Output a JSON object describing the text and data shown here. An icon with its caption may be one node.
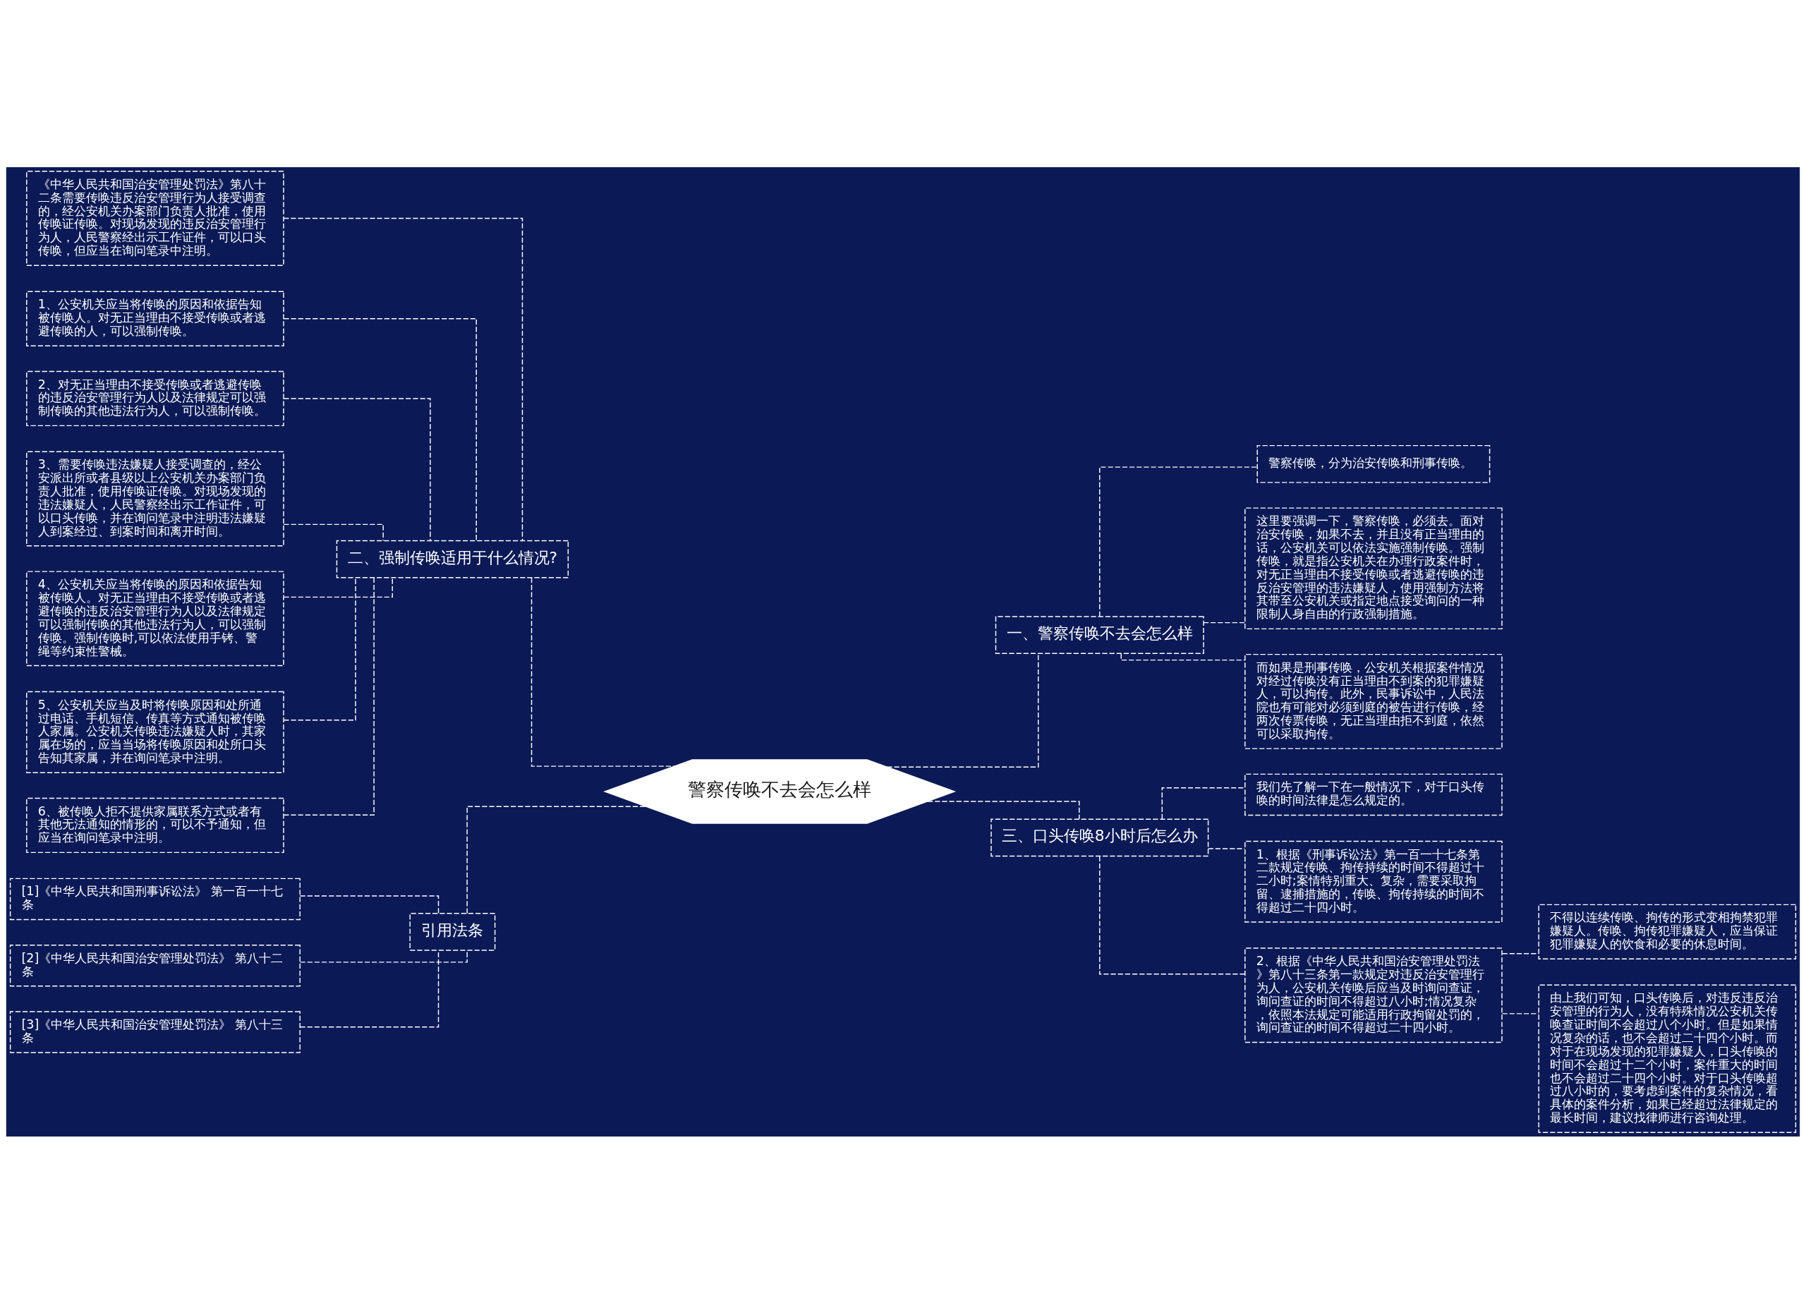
{
  "diagram": {
    "nodes": [
      {
        "text": [
          "警察传唤不去会怎么样"
        ]
      },
      {
        "text": [
          "一、警察传唤不去会怎么样"
        ]
      },
      {
        "text": [
          "警察传唤，分为治安传唤和刑事传唤。"
        ]
      },
      {
        "text": [
          "这里要强调一下，警察传唤，必须去。面对治安传唤，如果不去，并且没有正当理由的话，公安机关可以依法实施强制传唤。强制传唤，就是指公安机关在办理行政案件时，对无正当理由不接受传唤或者逃避传唤的违反治安管理的违法嫌疑人，使用强制方法将其带至公安机关或指定地点接受询问的一种限制人身自由的行政强制措施。"
        ]
      },
      {
        "text": [
          "而如果是刑事传唤，公安机关根据案件情况对经过传唤没有正当理由不到案的犯罪嫌疑人，可以拘传。此外，民事诉讼中，人民法院也有可能对必须到庭的被告进行传唤，经两次传票传唤，无正当理由拒不到庭，依然可以采取拘传。"
        ]
      },
      {
        "text": [
          "二、强制传唤适用于什么情况?"
        ]
      },
      {
        "text": [
          "《中华人民共和国治安管理处罚法》第八十二条需要传唤违反治安管理行为人接受调查的，经公安机关办案部门负责人批准，使用传唤证传唤。对现场发现的违反治安管理行为人，人民警察经出示工作证件，可以口头传唤，但应当在询问笔录中注明。"
        ]
      },
      {
        "text": [
          "1、公安机关应当将传唤的原因和依据告知被传唤人。对无正当理由不接受传唤或者逃避传唤的人，可以强制传唤。"
        ]
      },
      {
        "text": [
          "2、对无正当理由不接受传唤或者逃避传唤的违反治安管理行为人以及法律规定可以强制传唤的其他违法行为人，可以强制传唤。"
        ]
      },
      {
        "text": [
          "3、需要传唤违法嫌疑人接受调查的，经公安派出所或者县级以上公安机关办案部门负责人批准，使用传唤证传唤。对现场发现的违法嫌疑人，人民警察经出示工作证件，可以口头传唤，并在询问笔录中注明违法嫌疑人到案经过、到案时间和离开时间。"
        ]
      },
      {
        "text": [
          "4、公安机关应当将传唤的原因和依据告知被传唤人。对无正当理由不接受传唤或者逃避传唤的违反治安管理行为人以及法律规定可以强制传唤的其他违法行为人，可以强制传唤。强制传唤时,可以依法使用手铐、警绳等约束性警械。"
        ]
      },
      {
        "text": [
          "5、公安机关应当及时将传唤原因和处所通过电话、手机短信、传真等方式通知被传唤人家属。公安机关传唤违法嫌疑人时，其家属在场的，应当当场将传唤原因和处所口头告知其家属，并在询问笔录中注明。"
        ]
      },
      {
        "text": [
          "6、被传唤人拒不提供家属联系方式或者有其他无法通知的情形的，可以不予通知，但应当在询问笔录中注明。"
        ]
      },
      {
        "text": [
          "三、口头传唤8小时后怎么办"
        ]
      },
      {
        "text": [
          "我们先了解一下在一般情况下，对于口头传唤的时间法律是怎么规定的。"
        ]
      },
      {
        "text": [
          "1、根据《刑事诉讼法》第一百一十七条第二款规定传唤、拘传持续的时间不得超过十二小时;案情特别重大、复杂，需要采取拘留、逮捕措施的，传唤、拘传持续的时间不得超过二十四小时。"
        ]
      },
      {
        "text": [
          "2、根据《中华人民共和国治安管理处罚法》第八十三条第一款规定对违反治安管理行为人，公安机关传唤后应当及时询问查证，询问查证的时间不得超过八小时;情况复杂，依照本法规定可能适用行政拘留处罚的，询问查证的时间不得超过二十四小时。"
        ]
      },
      {
        "text": [
          "不得以连续传唤、拘传的形式变相拘禁犯罪嫌疑人。传唤、拘传犯罪嫌疑人，应当保证犯罪嫌疑人的饮食和必要的休息时间。"
        ]
      },
      {
        "text": [
          "由上我们可知，口头传唤后，对违反违反治安管理的行为人，没有特殊情况公安机关传唤查证时间不会超过八个小时。但是如果情况复杂的话，也不会超过二十四个小时。而对于在现场发现的犯罪嫌疑人，口头传唤的时间不会超过十二个小时，案件重大的时间也不会超过二十四个小时。对于口头传唤超过八小时的，要考虑到案件的复杂情况，看具体的案件分析，如果已经超过法律规定的最长时间，建议找律师进行咨询处理。"
        ]
      },
      {
        "text": [
          "引用法条"
        ]
      },
      {
        "text": [
          "[1]《中华人民共和国刑事诉讼法》 第一百一十七条"
        ]
      },
      {
        "text": [
          "[2]《中华人民共和国治安管理处罚法》 第八十二条"
        ]
      },
      {
        "text": [
          "[3]《中华人民共和国治安管理处罚法》 第八十三条"
        ]
      }
    ],
    "edges": [
      {
        "from": 0,
        "to": 1,
        "arrow": "none",
        "style": "dashed"
      },
      {
        "from": 1,
        "to": 2,
        "arrow": "none",
        "style": "dashed"
      },
      {
        "from": 1,
        "to": 3,
        "arrow": "none",
        "style": "dashed"
      },
      {
        "from": 1,
        "to": 4,
        "arrow": "none",
        "style": "dashed"
      },
      {
        "from": 0,
        "to": 5,
        "arrow": "none",
        "style": "dashed"
      },
      {
        "from": 5,
        "to": 6,
        "arrow": "none",
        "style": "dashed"
      },
      {
        "from": 5,
        "to": 7,
        "arrow": "none",
        "style": "dashed"
      },
      {
        "from": 5,
        "to": 8,
        "arrow": "none",
        "style": "dashed"
      },
      {
        "from": 5,
        "to": 9,
        "arrow": "none",
        "style": "dashed"
      },
      {
        "from": 5,
        "to": 10,
        "arrow": "none",
        "style": "dashed"
      },
      {
        "from": 5,
        "to": 11,
        "arrow": "none",
        "style": "dashed"
      },
      {
        "from": 5,
        "to": 12,
        "arrow": "none",
        "style": "dashed"
      },
      {
        "from": 0,
        "to": 13,
        "arrow": "none",
        "style": "dashed"
      },
      {
        "from": 13,
        "to": 14,
        "arrow": "none",
        "style": "dashed"
      },
      {
        "from": 13,
        "to": 15,
        "arrow": "none",
        "style": "dashed"
      },
      {
        "from": 13,
        "to": 16,
        "arrow": "none",
        "style": "dashed"
      },
      {
        "from": 16,
        "to": 17,
        "arrow": "none",
        "style": "dashed"
      },
      {
        "from": 16,
        "to": 18,
        "arrow": "none",
        "style": "dashed"
      },
      {
        "from": 0,
        "to": 19,
        "arrow": "none",
        "style": "dashed"
      },
      {
        "from": 19,
        "to": 20,
        "arrow": "none",
        "style": "dashed"
      },
      {
        "from": 19,
        "to": 21,
        "arrow": "none",
        "style": "dashed"
      },
      {
        "from": 19,
        "to": 22,
        "arrow": "none",
        "style": "dashed"
      }
    ]
  }
}
